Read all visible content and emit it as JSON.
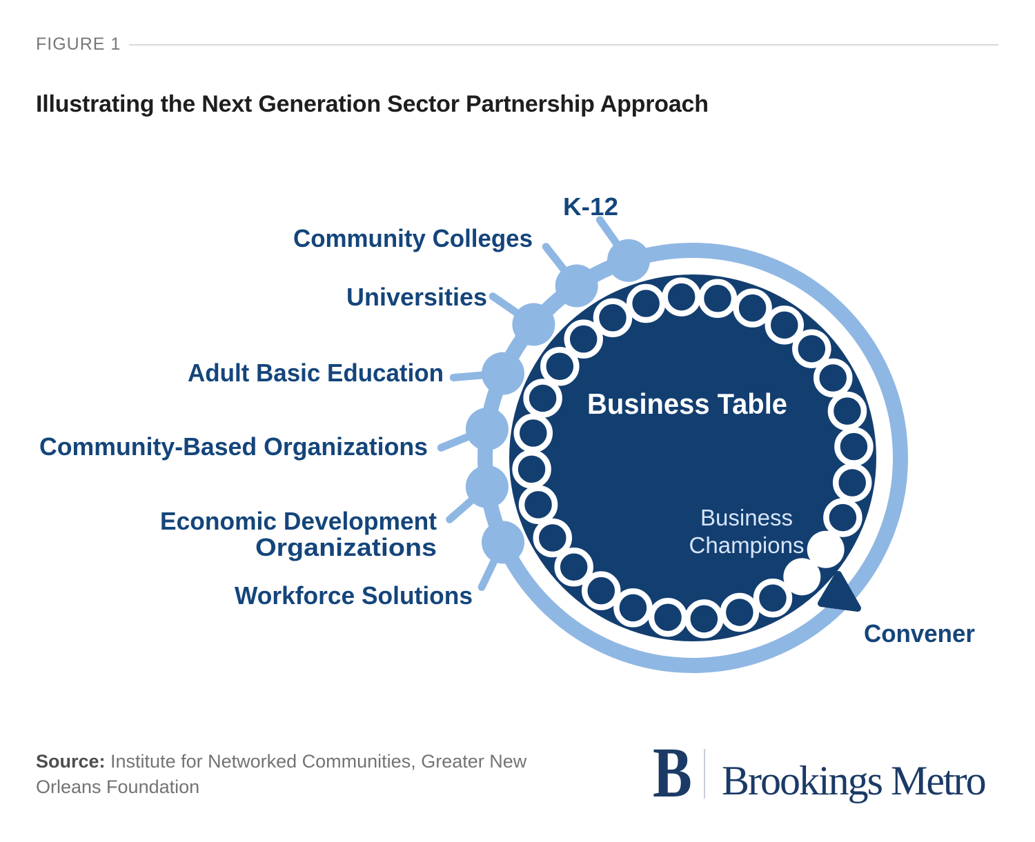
{
  "figure": {
    "eyebrow": "FIGURE 1",
    "title": "Illustrating the Next Generation Sector Partnership Approach"
  },
  "diagram": {
    "table_label": "Business Table",
    "champions_label": [
      "Business",
      "Champions"
    ],
    "convener_label": "Convener",
    "partners": [
      {
        "name": "K-12",
        "lines": [
          "K-12"
        ],
        "angle_deg": 108
      },
      {
        "name": "Community Colleges",
        "lines": [
          "Community Colleges"
        ],
        "angle_deg": 124
      },
      {
        "name": "Universities",
        "lines": [
          "Universities"
        ],
        "angle_deg": 140
      },
      {
        "name": "Adult Basic Education",
        "lines": [
          "Adult Basic Education"
        ],
        "angle_deg": 156
      },
      {
        "name": "Community-Based Organizations",
        "lines": [
          "Community-Based Organizations"
        ],
        "angle_deg": 172
      },
      {
        "name": "Economic Development Organizations",
        "lines": [
          "Economic Development",
          "Organizations"
        ],
        "angle_deg": 188
      },
      {
        "name": "Workforce Solutions",
        "lines": [
          "Workforce Solutions"
        ],
        "angle_deg": 204
      }
    ],
    "seats": {
      "total_slots": 28,
      "start_angle_deg": 94,
      "step_deg": 12.857,
      "champion_slots": [
        10,
        11
      ],
      "open_seat_count": 26
    }
  },
  "source": {
    "label": "Source:",
    "text": " Institute for Networked Communities, Greater New Orleans Foundation"
  },
  "logo": {
    "monogram": "B",
    "wordmark": "Brookings Metro"
  },
  "colors": {
    "navy": "#133E70",
    "light_blue": "#8FB7E3",
    "label_navy": "#14457B",
    "table_text": "#FFFFFF",
    "champions_text": "#D6E5F8",
    "title_text": "#1E1E1E",
    "eyebrow_gray": "#76777A",
    "source_gray": "#737373",
    "logo_navy": "#1B3A66"
  }
}
